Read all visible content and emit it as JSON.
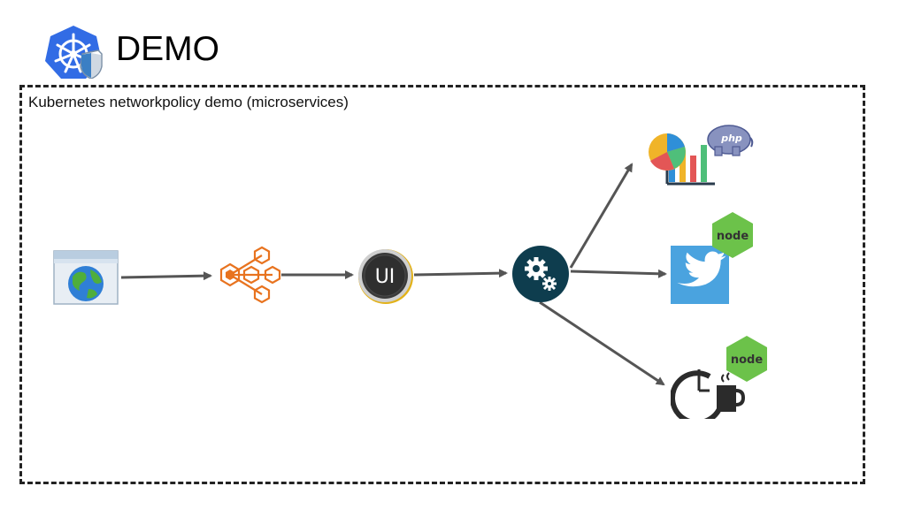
{
  "header": {
    "title": "DEMO",
    "logo_icon": "kubernetes-shield-logo"
  },
  "diagram": {
    "frame_label": "Kubernetes networkpolicy demo (microservices)",
    "nodes": [
      {
        "id": "browser",
        "icon": "browser-globe-icon"
      },
      {
        "id": "ingress",
        "icon": "hexagon-network-icon"
      },
      {
        "id": "ui",
        "icon": "ui-service-icon",
        "label": "UI"
      },
      {
        "id": "backend",
        "icon": "gears-icon"
      },
      {
        "id": "stats",
        "icon": "chart-php-icon",
        "badge": "php"
      },
      {
        "id": "twitter",
        "icon": "twitter-node-icon",
        "badge": "node"
      },
      {
        "id": "clock",
        "icon": "clock-coffee-node-icon",
        "badge": "node"
      }
    ],
    "edges": [
      {
        "from": "browser",
        "to": "ingress"
      },
      {
        "from": "ingress",
        "to": "ui"
      },
      {
        "from": "ui",
        "to": "backend"
      },
      {
        "from": "backend",
        "to": "stats"
      },
      {
        "from": "backend",
        "to": "twitter"
      },
      {
        "from": "backend",
        "to": "clock"
      }
    ],
    "colors": {
      "k8s_blue": "#326ce5",
      "arrow": "#555555",
      "ingress_orange": "#e8731f",
      "backend_teal": "#0e3d4e",
      "twitter_blue": "#4aa3df",
      "node_green": "#6cc24a",
      "ui_gold": "#e2b21b"
    }
  }
}
